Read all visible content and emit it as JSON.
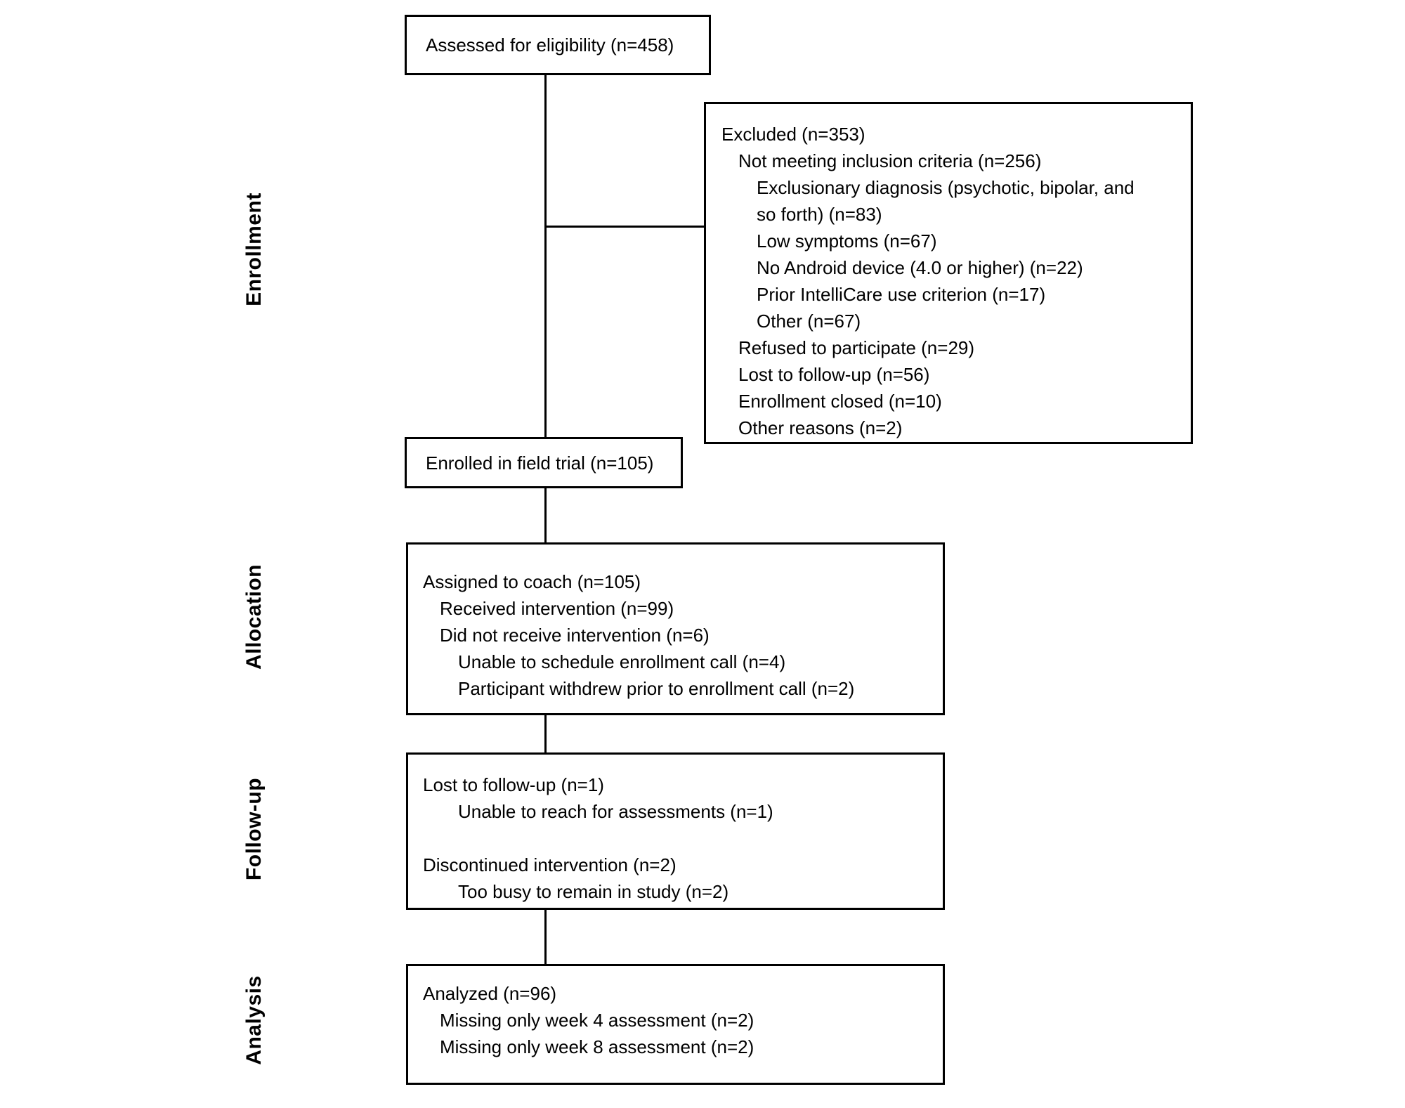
{
  "figure": {
    "kind": "participant-flow-diagram"
  },
  "colors": {
    "line": "#000000",
    "text": "#000000",
    "background": "#ffffff"
  },
  "side_labels": {
    "enrollment": "Enrollment",
    "allocation": "Allocation",
    "followup": "Follow-up",
    "analysis": "Analysis"
  },
  "boxes": {
    "assessed": {
      "lines": [
        "Assessed for eligibility (n=458)"
      ]
    },
    "excluded": {
      "lines": [
        "Excluded (n=353)",
        "Not meeting inclusion criteria (n=256)",
        "Exclusionary diagnosis (psychotic, bipolar, and",
        "so forth) (n=83)",
        "Low symptoms (n=67)",
        "No Android device (4.0 or higher) (n=22)",
        "Prior IntelliCare use criterion (n=17)",
        "Other (n=67)",
        "Refused to participate (n=29)",
        "Lost to follow-up (n=56)",
        "Enrollment closed (n=10)",
        "Other reasons (n=2)"
      ]
    },
    "enrolled": {
      "lines": [
        "Enrolled in field trial (n=105)"
      ]
    },
    "allocation": {
      "lines": [
        "Assigned to coach (n=105)",
        "Received intervention (n=99)",
        "Did not receive intervention (n=6)",
        "Unable to schedule enrollment call (n=4)",
        "Participant withdrew prior to enrollment call (n=2)"
      ]
    },
    "followup": {
      "lines": [
        "Lost to follow-up (n=1)",
        "Unable to reach for assessments (n=1)",
        "",
        "Discontinued intervention (n=2)",
        "Too busy to remain in study (n=2)"
      ]
    },
    "analysis": {
      "lines": [
        "Analyzed (n=96)",
        "Missing only week 4 assessment (n=2)",
        "Missing only week 8 assessment (n=2)"
      ]
    }
  }
}
